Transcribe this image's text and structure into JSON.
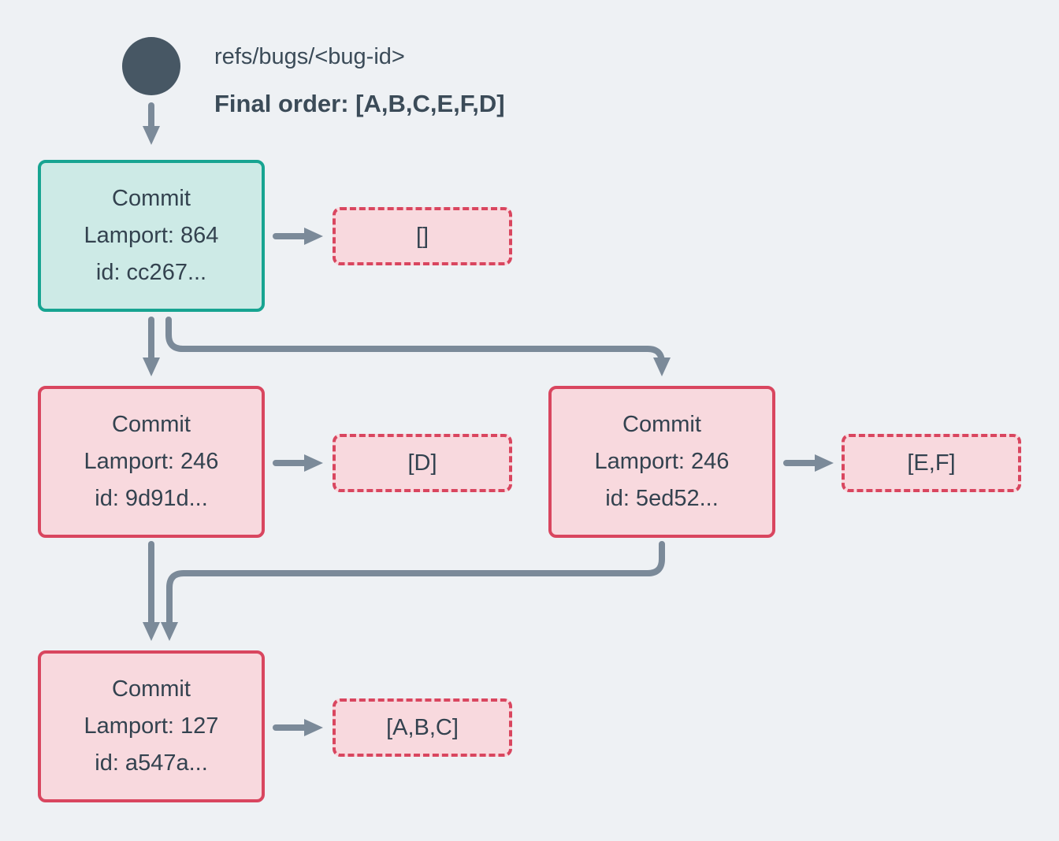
{
  "head": {
    "ref": "refs/bugs/<bug-id>",
    "final_order": "Final order: [A,B,C,E,F,D]"
  },
  "nodes": {
    "root": {
      "title": "Commit",
      "lamport": "Lamport: 864",
      "id": "id: cc267...",
      "operations": "[]"
    },
    "left": {
      "title": "Commit",
      "lamport": "Lamport: 246",
      "id": "id: 9d91d...",
      "operations": "[D]"
    },
    "right": {
      "title": "Commit",
      "lamport": "Lamport: 246",
      "id": "id: 5ed52...",
      "operations": "[E,F]"
    },
    "bottom": {
      "title": "Commit",
      "lamport": "Lamport: 127",
      "id": "id: a547a...",
      "operations": "[A,B,C]"
    }
  },
  "colors": {
    "background": "#eef1f4",
    "arrow": "#7b8a99",
    "ref_circle": "#475764",
    "text": "#33424f",
    "head_border": "#17a491",
    "head_fill": "#cdeae6",
    "commit_border": "#d9465f",
    "commit_fill": "#f8d9de"
  }
}
